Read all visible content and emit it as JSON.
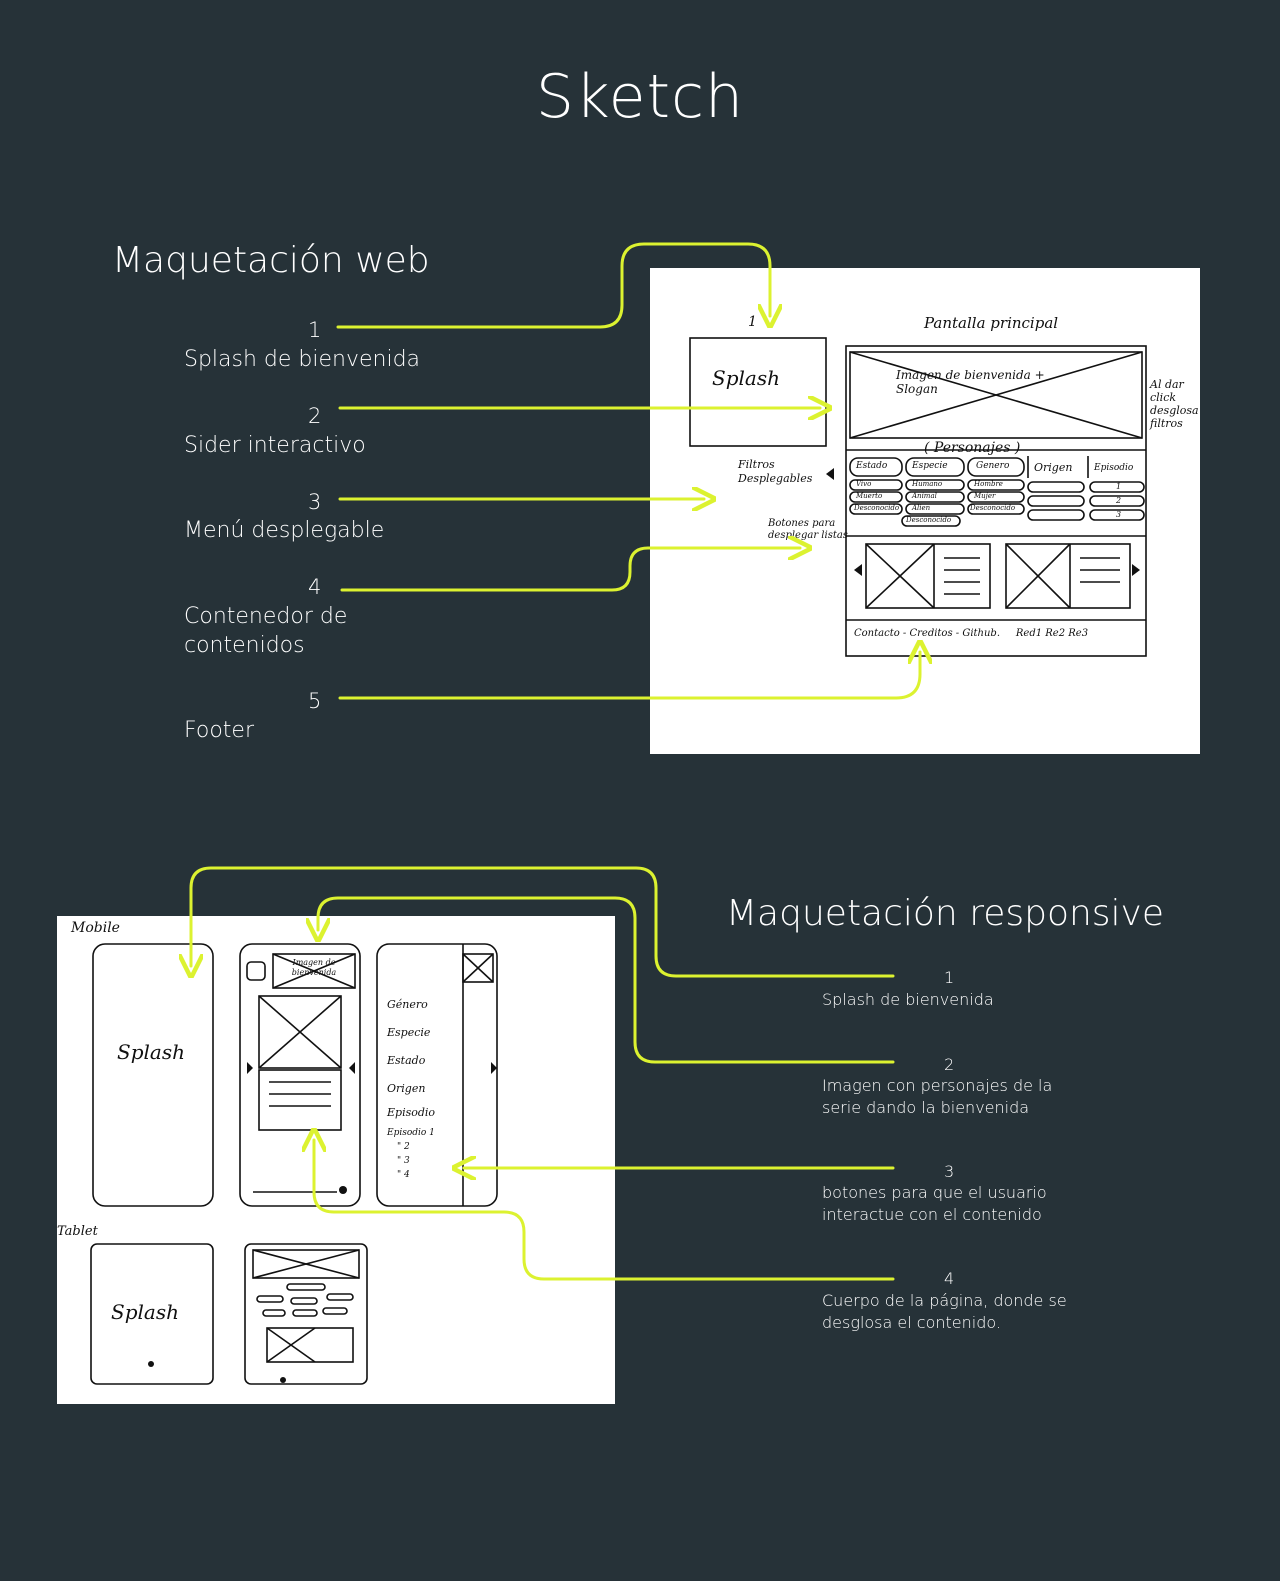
{
  "title": "Sketch",
  "web": {
    "heading": "Maquetación web",
    "items": [
      {
        "num": "1",
        "label": "Splash de bienvenida"
      },
      {
        "num": "2",
        "label": "Sider interactivo"
      },
      {
        "num": "3",
        "label": "Menú desplegable"
      },
      {
        "num": "4",
        "label": "Contenedor de contenidos"
      },
      {
        "num": "5",
        "label": "Footer"
      }
    ],
    "sketch": {
      "one": "1",
      "screen_title": "Pantalla principal",
      "splash": "Splash",
      "banner": "Imagen de bienvenida + Slogan",
      "side_note": "Al dar click desglosa filtros",
      "characters": "( Personajes )",
      "filters_note": "Filtros Desplegables",
      "buttons_note": "Botones para desplegar listas",
      "filters": [
        "Estado",
        "Especie",
        "Genero",
        "Origen",
        "Episodio"
      ],
      "estado_opts": [
        "Vivo",
        "Muerto",
        "Desconocido"
      ],
      "especie_opts": [
        "Humano",
        "Animal",
        "Alien",
        "Desconocido"
      ],
      "genero_opts": [
        "Hombre",
        "Mujer",
        "Desconocido"
      ],
      "episodio_opts": [
        "1",
        "2",
        "3"
      ],
      "footer": "Contacto - Creditos - Github.     Red1 Re2 Re3"
    }
  },
  "responsive": {
    "heading": "Maquetación responsive",
    "items": [
      {
        "num": "1",
        "label": "Splash de bienvenida"
      },
      {
        "num": "2",
        "label": "Imagen con personajes de la serie dando la bienvenida"
      },
      {
        "num": "3",
        "label": "botones para que el usuario interactue con el contenido"
      },
      {
        "num": "4",
        "label": "Cuerpo de la página, donde se desglosa el contenido."
      }
    ],
    "sketch": {
      "mobile": "Mobile",
      "tablet": "Tablet",
      "splash": "Splash",
      "banner": "Imagen de bienvenida",
      "menu": [
        "Género",
        "Especie",
        "Estado",
        "Origen",
        "Episodio"
      ],
      "episodes": [
        "Episodio 1",
        "\" 2",
        "\" 3",
        "\" 4"
      ]
    }
  },
  "colors": {
    "background": "#263238",
    "accent": "#dcf230",
    "text": "#ffffff"
  }
}
